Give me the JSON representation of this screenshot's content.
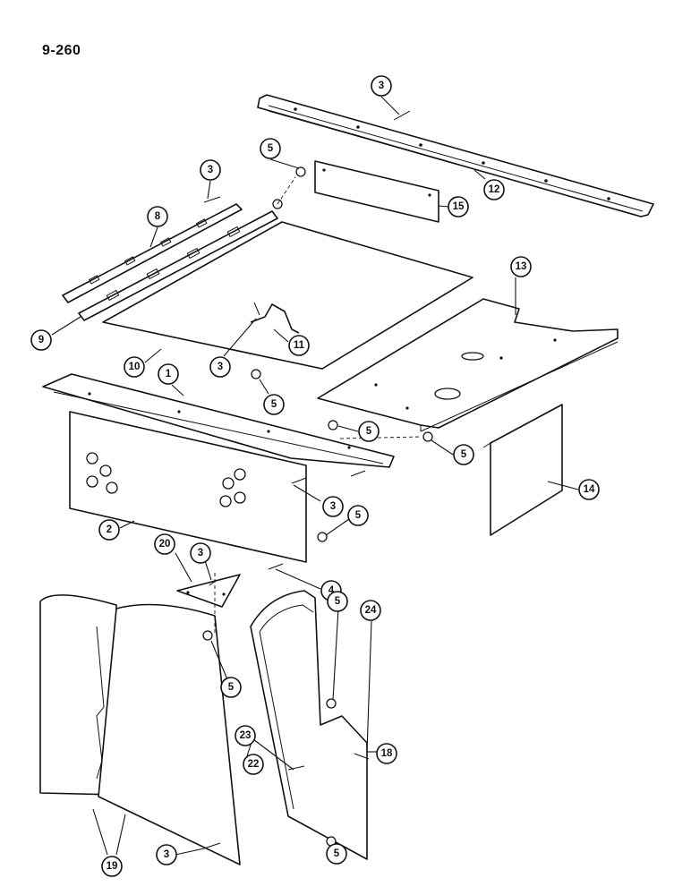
{
  "page_number": "9-260",
  "colors": {
    "ink": "#111111",
    "paper": "#ffffff"
  },
  "callouts": {
    "c1": "1",
    "c2": "2",
    "c3a": "3",
    "c3b": "3",
    "c3c": "3",
    "c3d": "3",
    "c3e": "3",
    "c3f": "3",
    "c4": "4",
    "c5a": "5",
    "c5b": "5",
    "c5c": "5",
    "c5d": "5",
    "c5e": "5",
    "c5f": "5",
    "c5g": "5",
    "c5h": "5",
    "c8": "8",
    "c9": "9",
    "c10": "10",
    "c11": "11",
    "c12": "12",
    "c13": "13",
    "c14": "14",
    "c15": "15",
    "c18": "18",
    "c19": "19",
    "c20": "20",
    "c22": "22",
    "c23": "23",
    "c24": "24"
  }
}
